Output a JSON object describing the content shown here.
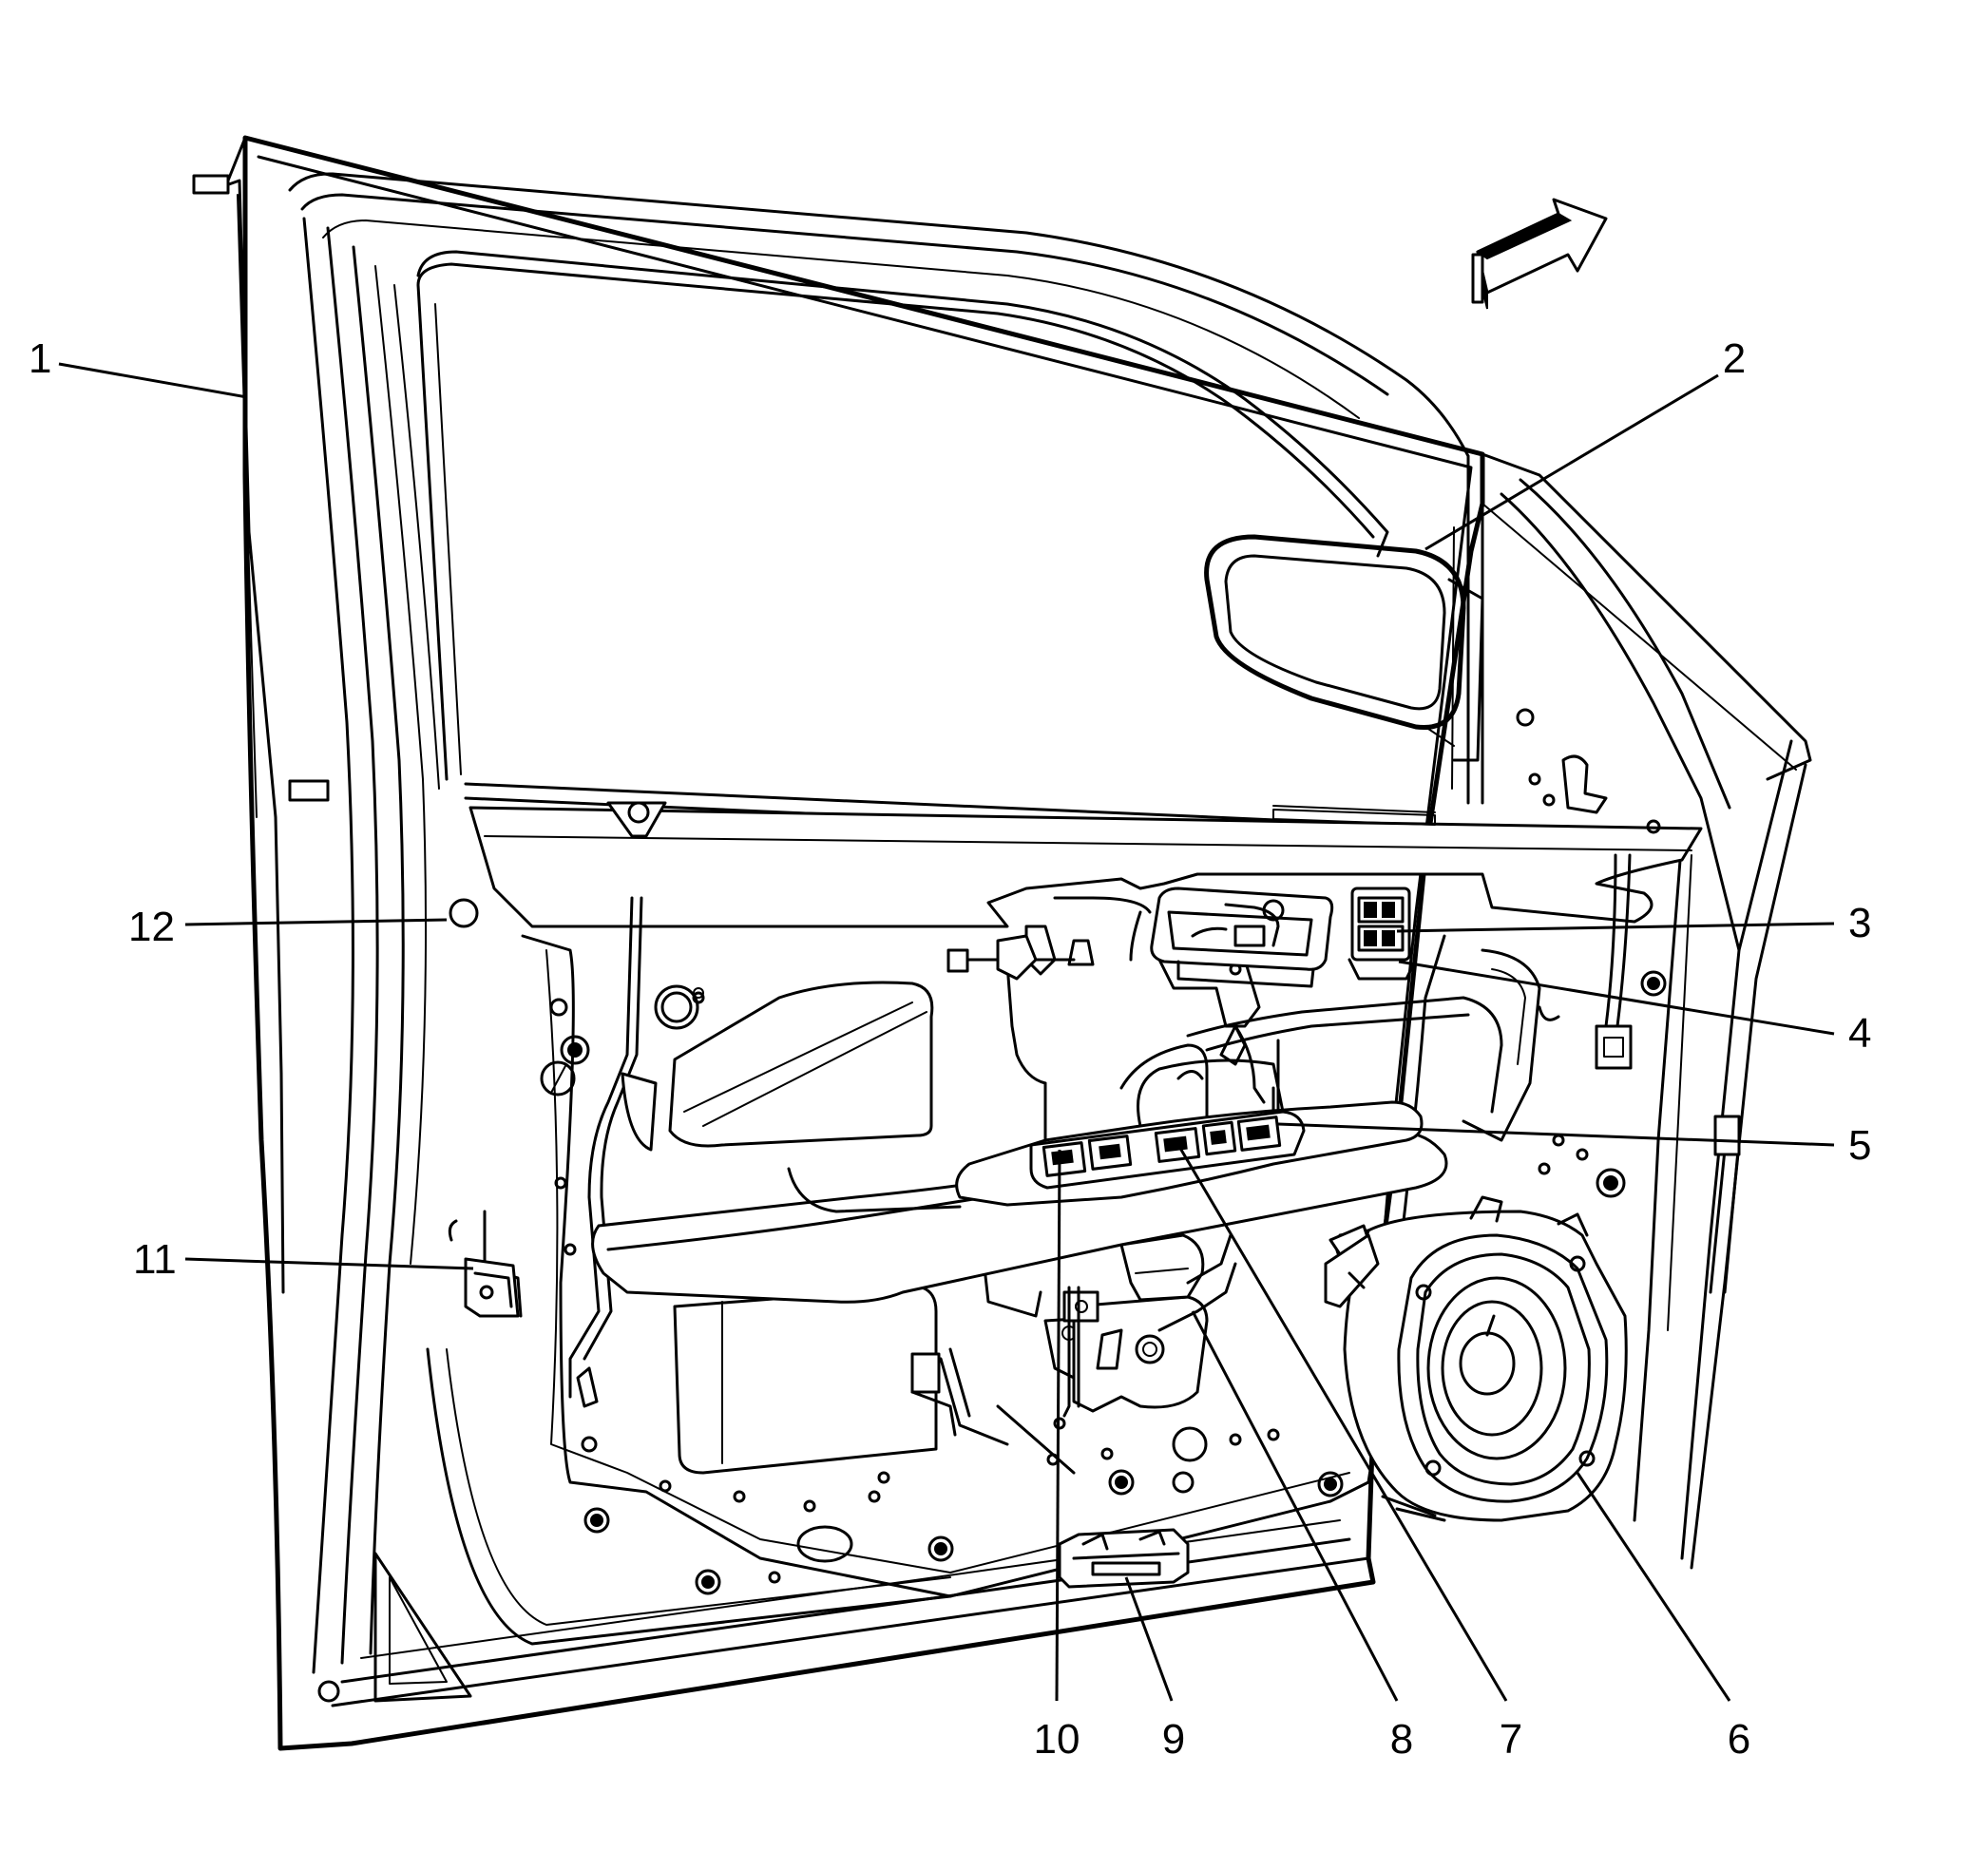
{
  "callouts": [
    {
      "id": "1",
      "label": "1"
    },
    {
      "id": "2",
      "label": "2"
    },
    {
      "id": "3",
      "label": "3"
    },
    {
      "id": "4",
      "label": "4"
    },
    {
      "id": "5",
      "label": "5"
    },
    {
      "id": "6",
      "label": "6"
    },
    {
      "id": "7",
      "label": "7"
    },
    {
      "id": "8",
      "label": "8"
    },
    {
      "id": "9",
      "label": "9"
    },
    {
      "id": "10",
      "label": "10"
    },
    {
      "id": "11",
      "label": "11"
    },
    {
      "id": "12",
      "label": "12"
    }
  ],
  "icons": {
    "orientation_arrow": "forward-arrow-icon"
  },
  "colors": {
    "line": "#000000",
    "background": "#ffffff"
  }
}
